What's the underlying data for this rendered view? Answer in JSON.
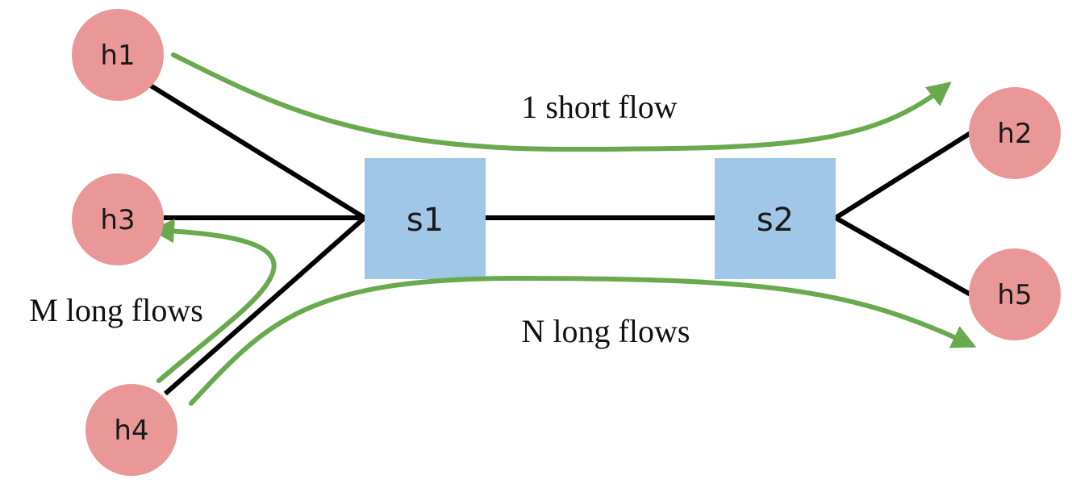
{
  "hosts": {
    "h1": "h1",
    "h2": "h2",
    "h3": "h3",
    "h4": "h4",
    "h5": "h5"
  },
  "switches": {
    "s1": "s1",
    "s2": "s2"
  },
  "flows": {
    "short": "1 short flow",
    "n_long": "N long flows",
    "m_long": "M long flows"
  },
  "colors": {
    "host_fill": "#e99797",
    "switch_fill": "#a0c6e8",
    "link": "#000000",
    "flow": "#6aaa4f"
  }
}
